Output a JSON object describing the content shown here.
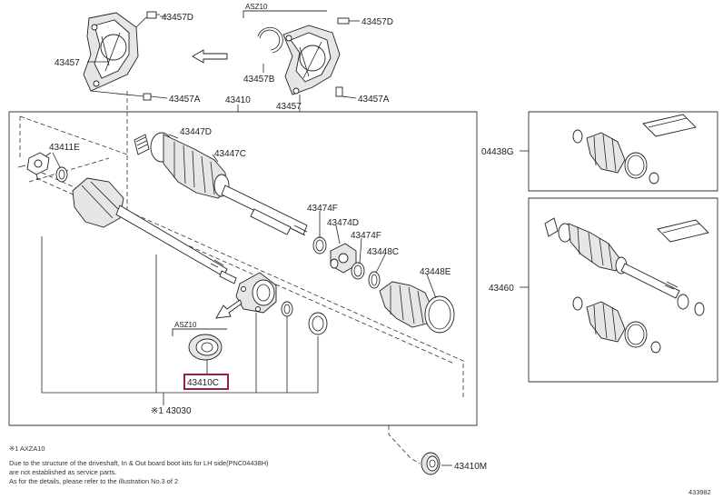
{
  "parts": {
    "p43457D_left": "43457D",
    "p43457_left": "43457",
    "p43457A_left": "43457A",
    "variant_top": "ASZ10",
    "p43457D_right": "43457D",
    "p43457B": "43457B",
    "p43457_right": "43457",
    "p43457A_right": "43457A",
    "p43410": "43410",
    "p43447D": "43447D",
    "p43447C": "43447C",
    "p43411E": "43411E",
    "p43474F_a": "43474F",
    "p43474D": "43474D",
    "p43474F_b": "43474F",
    "p43448C": "43448C",
    "p43448E": "43448E",
    "variant_mid": "ASZ10",
    "p43410C": "43410C",
    "p43030": "※1 43030",
    "p04438G": "04438G",
    "p43460": "43460",
    "p43410M": "43410M"
  },
  "notes": {
    "line1": "※1 AXZA10",
    "line2": "Due to the structure of the driveshaft, In & Out board boot kits for LH side(PNC04438H)",
    "line3": "are not established as service parts.",
    "line4": "As for the details, please refer to the illustration No.3 of 2"
  },
  "figure_id": "433982",
  "colors": {
    "highlight": "#9c1e4b",
    "line": "#222222"
  }
}
